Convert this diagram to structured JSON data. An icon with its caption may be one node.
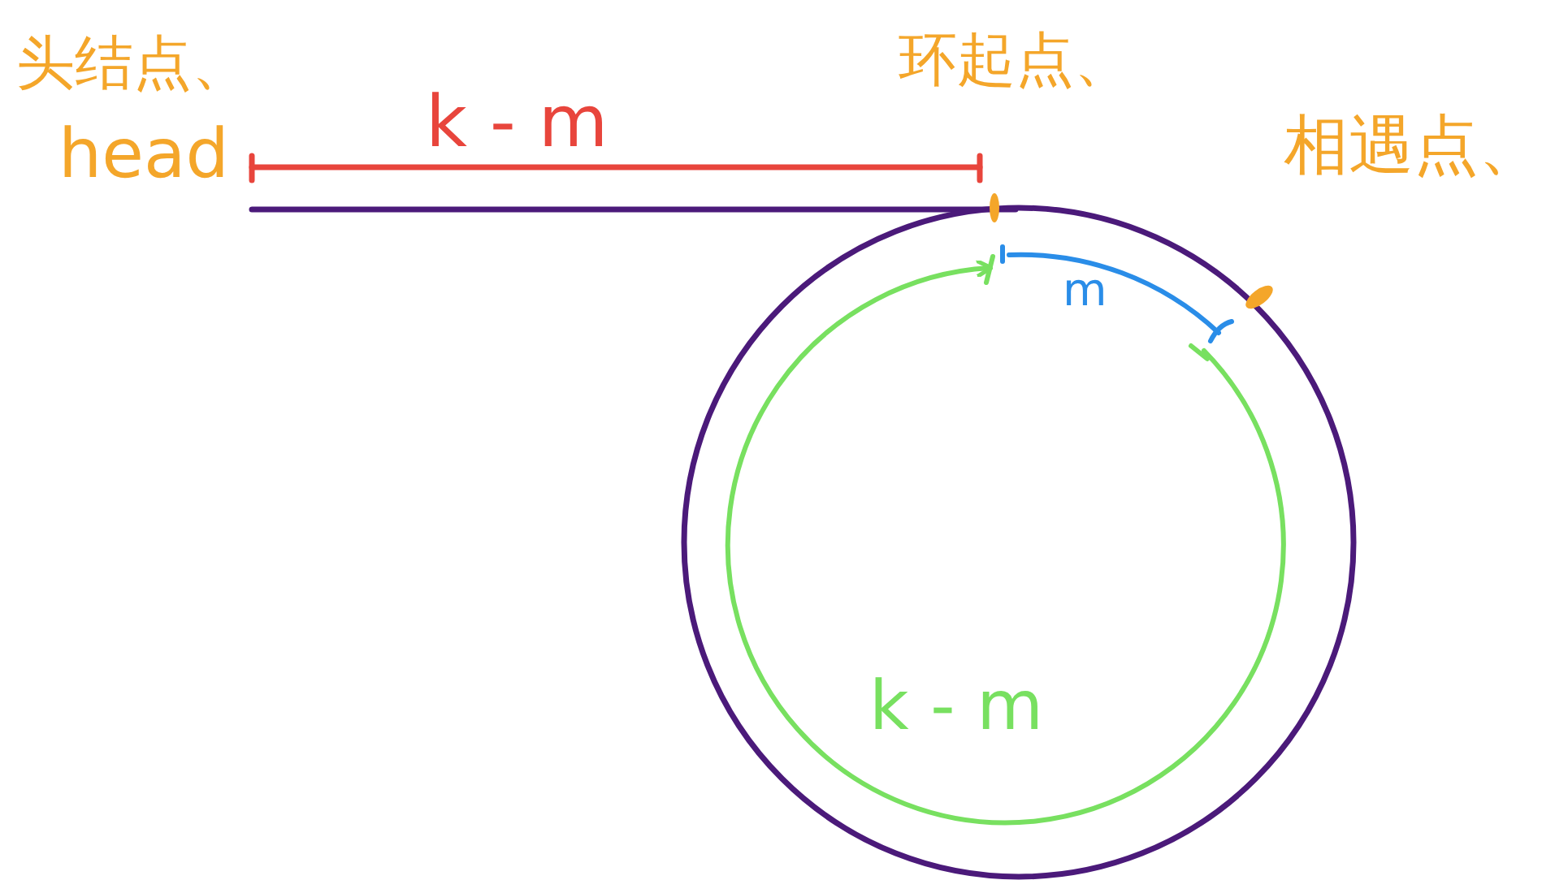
{
  "diagram": {
    "labels": [
      "头结点、",
      "head",
      "k - m",
      "环起点、",
      "相遇点、",
      "m",
      "k - m"
    ]
  }
}
